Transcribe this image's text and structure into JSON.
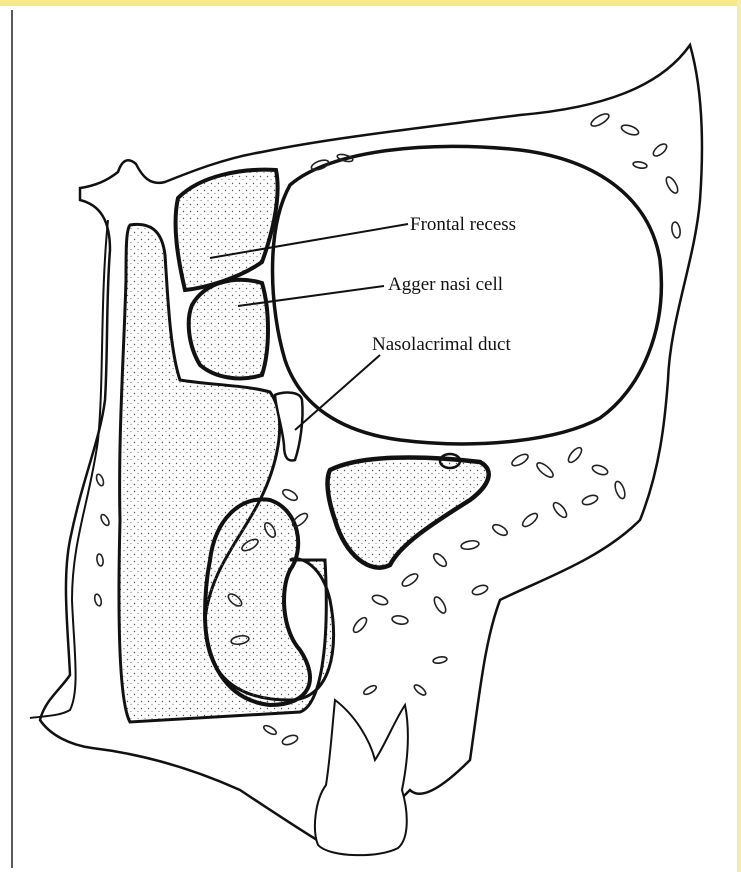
{
  "diagram": {
    "labels": {
      "frontal_recess": "Frontal recess",
      "agger_nasi_cell": "Agger nasi cell",
      "nasolacrimal_duct": "Nasolacrimal duct"
    },
    "colors": {
      "ink": "#111111",
      "paper": "#ffffff",
      "slide_band": "#f6e98a"
    }
  }
}
